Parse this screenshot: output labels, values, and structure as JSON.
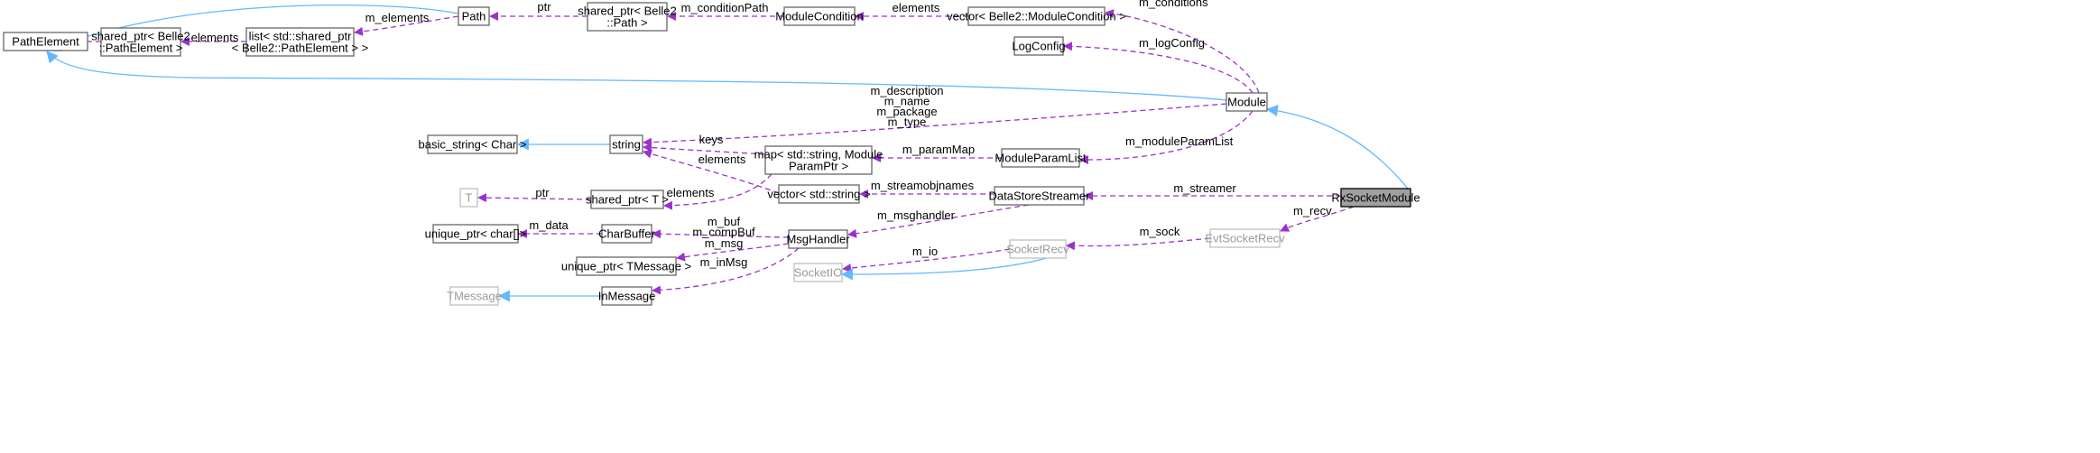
{
  "colors": {
    "usage_edge": "#9a32cd",
    "inheritance_edge": "#63b8ff",
    "node_border": "#666666",
    "faded_node_border": "#bfbfbf",
    "focus_node_fill": "#a0a0a0"
  },
  "nodes": {
    "path_element": {
      "lines": [
        "PathElement"
      ]
    },
    "shared_ptr_pathelement": {
      "lines": [
        "shared_ptr< Belle2",
        "::PathElement >"
      ]
    },
    "list_shared_ptr": {
      "lines": [
        "list< std::shared_ptr",
        "< Belle2::PathElement > >"
      ]
    },
    "path": {
      "lines": [
        "Path"
      ]
    },
    "shared_ptr_path": {
      "lines": [
        "shared_ptr< Belle2",
        "::Path >"
      ]
    },
    "module_condition": {
      "lines": [
        "ModuleCondition"
      ]
    },
    "vector_module_condition": {
      "lines": [
        "vector< Belle2::ModuleCondition >"
      ]
    },
    "log_config": {
      "lines": [
        "LogConfig"
      ]
    },
    "module": {
      "lines": [
        "Module"
      ]
    },
    "basic_string": {
      "lines": [
        "basic_string< Char >"
      ]
    },
    "string": {
      "lines": [
        "string"
      ]
    },
    "map_param": {
      "lines": [
        "map< std::string, Module",
        "ParamPtr >"
      ]
    },
    "module_param_list": {
      "lines": [
        "ModuleParamList"
      ]
    },
    "t": {
      "lines": [
        "T"
      ]
    },
    "shared_ptr_t": {
      "lines": [
        "shared_ptr< T >"
      ]
    },
    "vector_string": {
      "lines": [
        "vector< std::string >"
      ]
    },
    "data_store_streamer": {
      "lines": [
        "DataStoreStreamer"
      ]
    },
    "rx_socket_module": {
      "lines": [
        "RxSocketModule"
      ]
    },
    "unique_ptr_char": {
      "lines": [
        "unique_ptr< char[]>"
      ]
    },
    "char_buffer": {
      "lines": [
        "CharBuffer"
      ]
    },
    "msg_handler": {
      "lines": [
        "MsgHandler"
      ]
    },
    "evt_socket_recv": {
      "lines": [
        "EvtSocketRecv"
      ]
    },
    "unique_ptr_tmessage": {
      "lines": [
        "unique_ptr< TMessage >"
      ]
    },
    "socket_recv": {
      "lines": [
        "SocketRecv"
      ]
    },
    "socket_io": {
      "lines": [
        "SocketIO"
      ]
    },
    "tmessage": {
      "lines": [
        "TMessage"
      ]
    },
    "in_message": {
      "lines": [
        "InMessage"
      ]
    }
  },
  "edges": [
    {
      "from": "shared_ptr_pathelement",
      "to": "path_element",
      "kind": "usage",
      "label": [
        "ptr"
      ]
    },
    {
      "from": "list_shared_ptr",
      "to": "shared_ptr_pathelement",
      "kind": "usage",
      "label": [
        "elements"
      ]
    },
    {
      "from": "path",
      "to": "list_shared_ptr",
      "kind": "usage",
      "label": [
        "m_elements"
      ]
    },
    {
      "from": "path",
      "to": "path_element",
      "kind": "inheritance",
      "label": []
    },
    {
      "from": "shared_ptr_path",
      "to": "path",
      "kind": "usage",
      "label": [
        "ptr"
      ]
    },
    {
      "from": "module_condition",
      "to": "shared_ptr_path",
      "kind": "usage",
      "label": [
        "m_conditionPath"
      ]
    },
    {
      "from": "vector_module_condition",
      "to": "module_condition",
      "kind": "usage",
      "label": [
        "elements"
      ]
    },
    {
      "from": "module",
      "to": "vector_module_condition",
      "kind": "usage",
      "label": [
        "m_conditions"
      ]
    },
    {
      "from": "module",
      "to": "log_config",
      "kind": "usage",
      "label": [
        "m_logConfig"
      ]
    },
    {
      "from": "module",
      "to": "path_element",
      "kind": "inheritance",
      "label": []
    },
    {
      "from": "module",
      "to": "string",
      "kind": "usage",
      "label": [
        "m_description",
        "m_name",
        "m_package",
        "m_type"
      ]
    },
    {
      "from": "string",
      "to": "basic_string",
      "kind": "inheritance",
      "label": []
    },
    {
      "from": "map_param",
      "to": "string",
      "kind": "usage",
      "label": [
        "keys"
      ]
    },
    {
      "from": "module_param_list",
      "to": "map_param",
      "kind": "usage",
      "label": [
        "m_paramMap"
      ]
    },
    {
      "from": "module",
      "to": "module_param_list",
      "kind": "usage",
      "label": [
        "m_moduleParamList"
      ]
    },
    {
      "from": "vector_string",
      "to": "string",
      "kind": "usage",
      "label": [
        "elements"
      ]
    },
    {
      "from": "map_param",
      "to": "shared_ptr_t",
      "kind": "usage",
      "label": [
        "elements"
      ]
    },
    {
      "from": "shared_ptr_t",
      "to": "t",
      "kind": "usage",
      "label": [
        "ptr"
      ]
    },
    {
      "from": "data_store_streamer",
      "to": "vector_string",
      "kind": "usage",
      "label": [
        "m_streamobjnames"
      ]
    },
    {
      "from": "data_store_streamer",
      "to": "msg_handler",
      "kind": "usage",
      "label": [
        "m_msghandler"
      ]
    },
    {
      "from": "rx_socket_module",
      "to": "data_store_streamer",
      "kind": "usage",
      "label": [
        "m_streamer"
      ]
    },
    {
      "from": "rx_socket_module",
      "to": "module",
      "kind": "inheritance",
      "label": []
    },
    {
      "from": "rx_socket_module",
      "to": "evt_socket_recv",
      "kind": "usage",
      "label": [
        "m_recv"
      ]
    },
    {
      "from": "char_buffer",
      "to": "unique_ptr_char",
      "kind": "usage",
      "label": [
        "m_data"
      ]
    },
    {
      "from": "msg_handler",
      "to": "char_buffer",
      "kind": "usage",
      "label": [
        "m_buf",
        "m_compBuf"
      ]
    },
    {
      "from": "msg_handler",
      "to": "unique_ptr_tmessage",
      "kind": "usage",
      "label": [
        "m_msg"
      ]
    },
    {
      "from": "msg_handler",
      "to": "in_message",
      "kind": "usage",
      "label": [
        "m_inMsg"
      ]
    },
    {
      "from": "evt_socket_recv",
      "to": "socket_recv",
      "kind": "usage",
      "label": [
        "m_sock"
      ]
    },
    {
      "from": "socket_recv",
      "to": "socket_io",
      "kind": "usage",
      "label": [
        "m_io"
      ]
    },
    {
      "from": "socket_recv",
      "to": "socket_io",
      "kind": "inheritance",
      "label": []
    },
    {
      "from": "in_message",
      "to": "tmessage",
      "kind": "inheritance",
      "label": []
    }
  ]
}
